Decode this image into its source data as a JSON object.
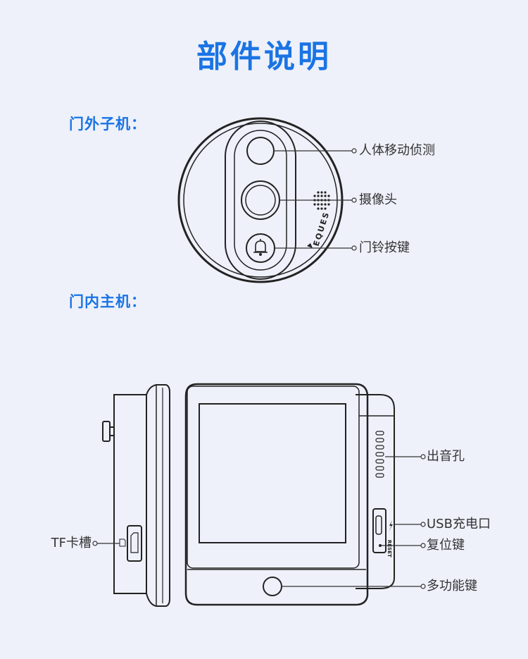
{
  "title": "部件说明",
  "sections": {
    "outdoor": "门外子机：",
    "indoor": "门内主机："
  },
  "brand": "EQUES",
  "reset_mark": "RESET",
  "outdoor_labels": {
    "motion_sensor": "人体移动侦测",
    "camera": "摄像头",
    "doorbell": "门铃按键"
  },
  "indoor_labels": {
    "speaker": "出音孔",
    "usb": "USB充电口",
    "reset": "复位键",
    "function_key": "多功能键",
    "tf_slot": "TF卡槽"
  },
  "colors": {
    "accent": "#1a74e4",
    "line": "#222222",
    "background": "#eef1fa"
  }
}
